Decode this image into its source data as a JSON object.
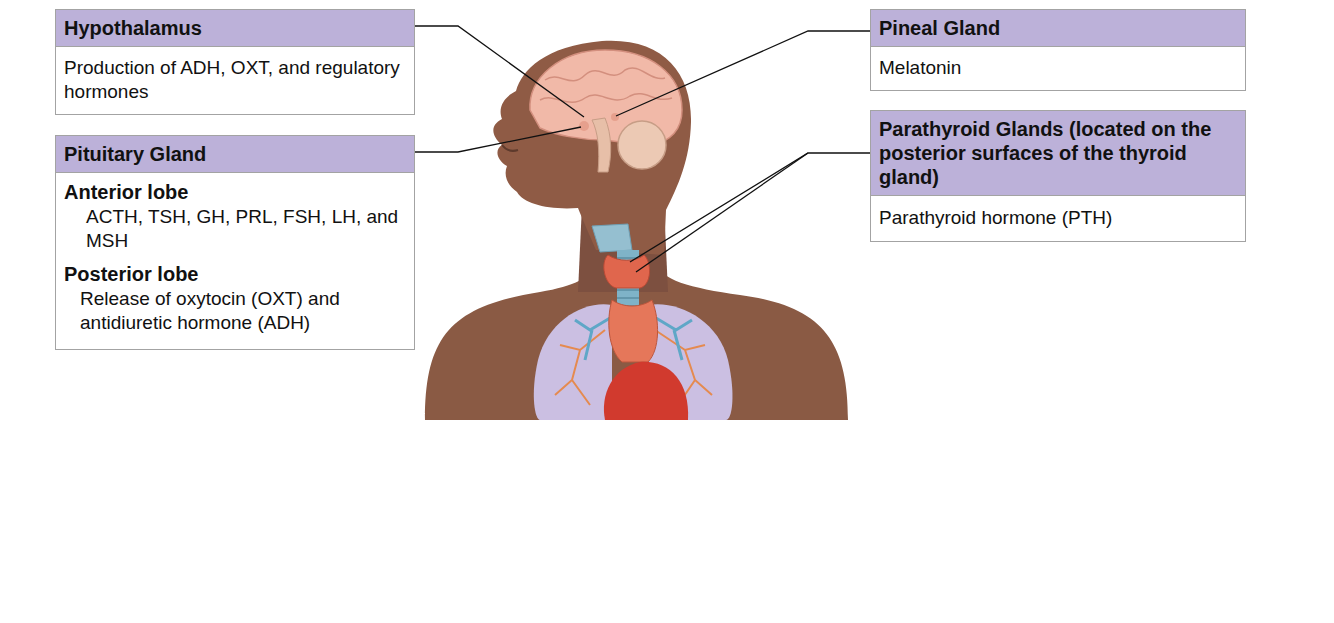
{
  "diagram": {
    "nodes": [
      {
        "text": [
          "Hypothalamus",
          "Production of ADH, OXT, and regulatory hormones"
        ]
      },
      {
        "text": [
          "Pituitary Gland",
          "Anterior lobe",
          "ACTH, TSH, GH, PRL, FSH, LH, and MSH",
          "Posterior lobe",
          "Release of oxytocin (OXT) and antidiuretic hormone (ADH)"
        ]
      },
      {
        "text": [
          "Pineal Gland",
          "Melatonin"
        ]
      },
      {
        "text": [
          "Parathyroid Glands (located on the posterior surfaces of the thyroid gland)",
          "Parathyroid hormone (PTH)"
        ]
      }
    ]
  }
}
